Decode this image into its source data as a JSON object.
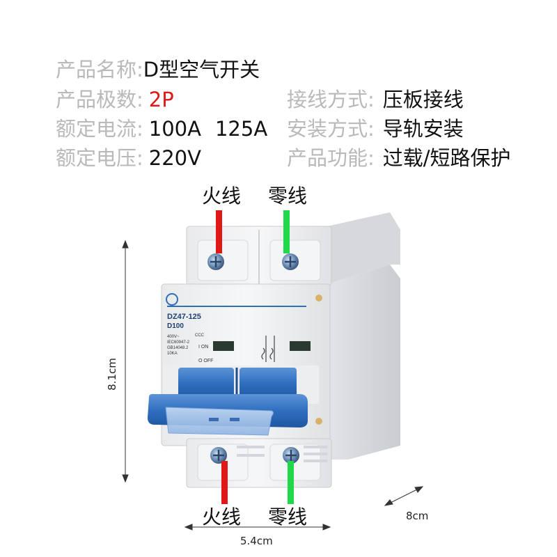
{
  "specs": {
    "name": {
      "label": "产品名称:",
      "value": "D型空气开关"
    },
    "poles": {
      "label": "产品极数:",
      "value": "2P"
    },
    "current": {
      "label": "额定电流:",
      "value": "100A",
      "value2": "125A"
    },
    "voltage": {
      "label": "额定电压:",
      "value": "220V"
    },
    "wiring": {
      "label": "接线方式:",
      "value": "压板接线"
    },
    "install": {
      "label": "安装方式:",
      "value": "导轨安装"
    },
    "function": {
      "label": "产品功能:",
      "value": "过载/短路保护"
    }
  },
  "wires": {
    "live": "火线",
    "neutral": "零线",
    "live_color": "#e01818",
    "neutral_color": "#21d84a"
  },
  "breaker": {
    "model": "DZ47-125",
    "rating": "D100",
    "volt_marking": "400V~",
    "standard1": "IEC60947-2",
    "standard2": "GB14048.2",
    "breaking": "10KA",
    "on_text": "I ON",
    "off_text": "O OFF",
    "ccc": "CCC",
    "accent": "#2e6fb8"
  },
  "dimensions": {
    "height": "8.1cm",
    "width": "5.4cm",
    "depth": "8cm"
  }
}
